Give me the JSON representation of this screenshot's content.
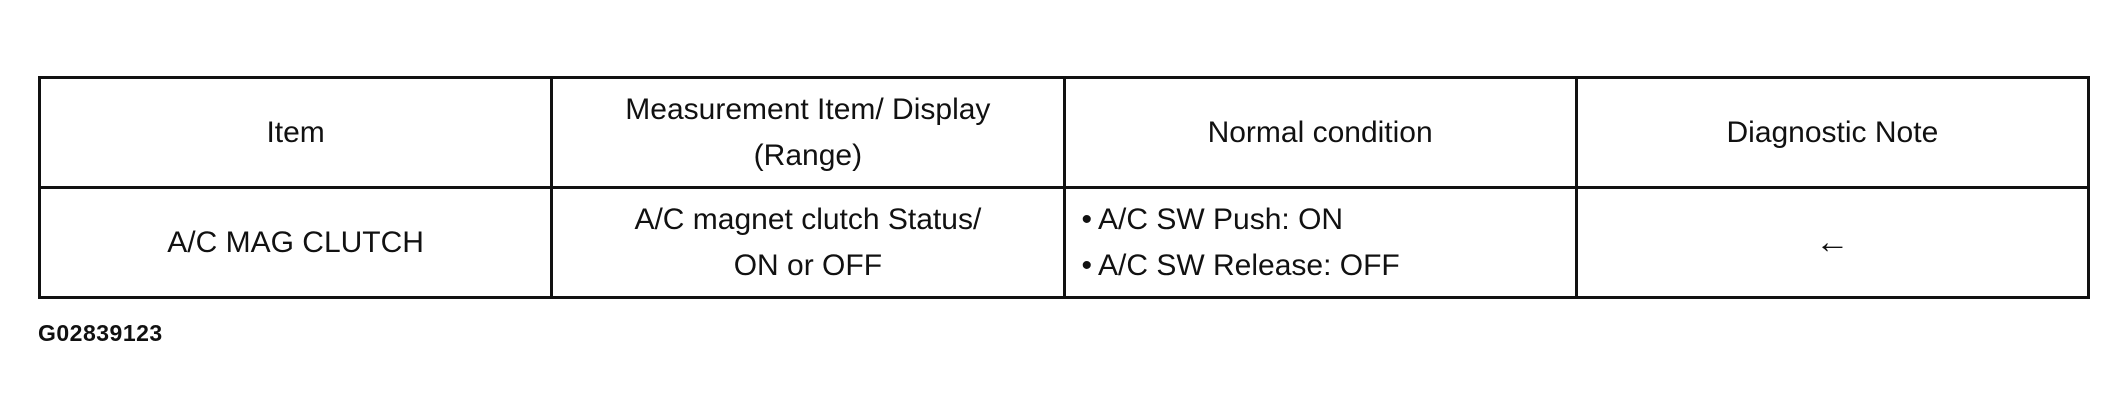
{
  "table": {
    "headers": [
      {
        "lines": [
          "Item"
        ]
      },
      {
        "lines": [
          "Measurement Item/ Display",
          "(Range)"
        ]
      },
      {
        "lines": [
          "Normal condition"
        ]
      },
      {
        "lines": [
          "Diagnostic Note"
        ]
      }
    ],
    "row": {
      "item": "A/C MAG CLUTCH",
      "measurement": [
        "A/C magnet clutch Status/",
        "ON or OFF"
      ],
      "bullet_char": "•",
      "normal_condition": [
        "A/C SW Push: ON",
        "A/C SW Release: OFF"
      ],
      "diagnostic_note": "←",
      "diagnostic_note_icon": "left-arrow-icon"
    }
  },
  "figure_id": "G02839123"
}
